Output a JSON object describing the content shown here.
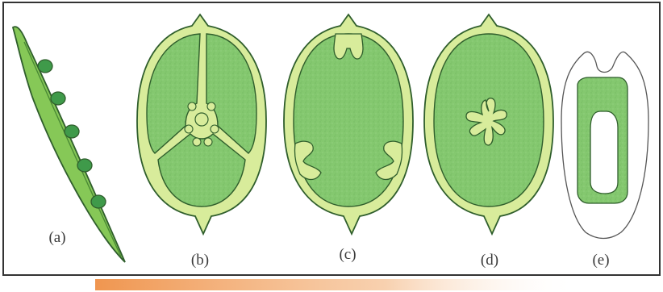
{
  "labels": {
    "a": "(a)",
    "b": "(b)",
    "c": "(c)",
    "d": "(d)",
    "e": "(e)"
  },
  "colors": {
    "border": "#333333",
    "outer_fill": "#d8ec9b",
    "inner_fill": "#7fc46b",
    "pod_fill": "#86c857",
    "seed_fill": "#3f9a4a",
    "outline": "#2f5e2c",
    "orange_bar": "#ee8a3c"
  }
}
